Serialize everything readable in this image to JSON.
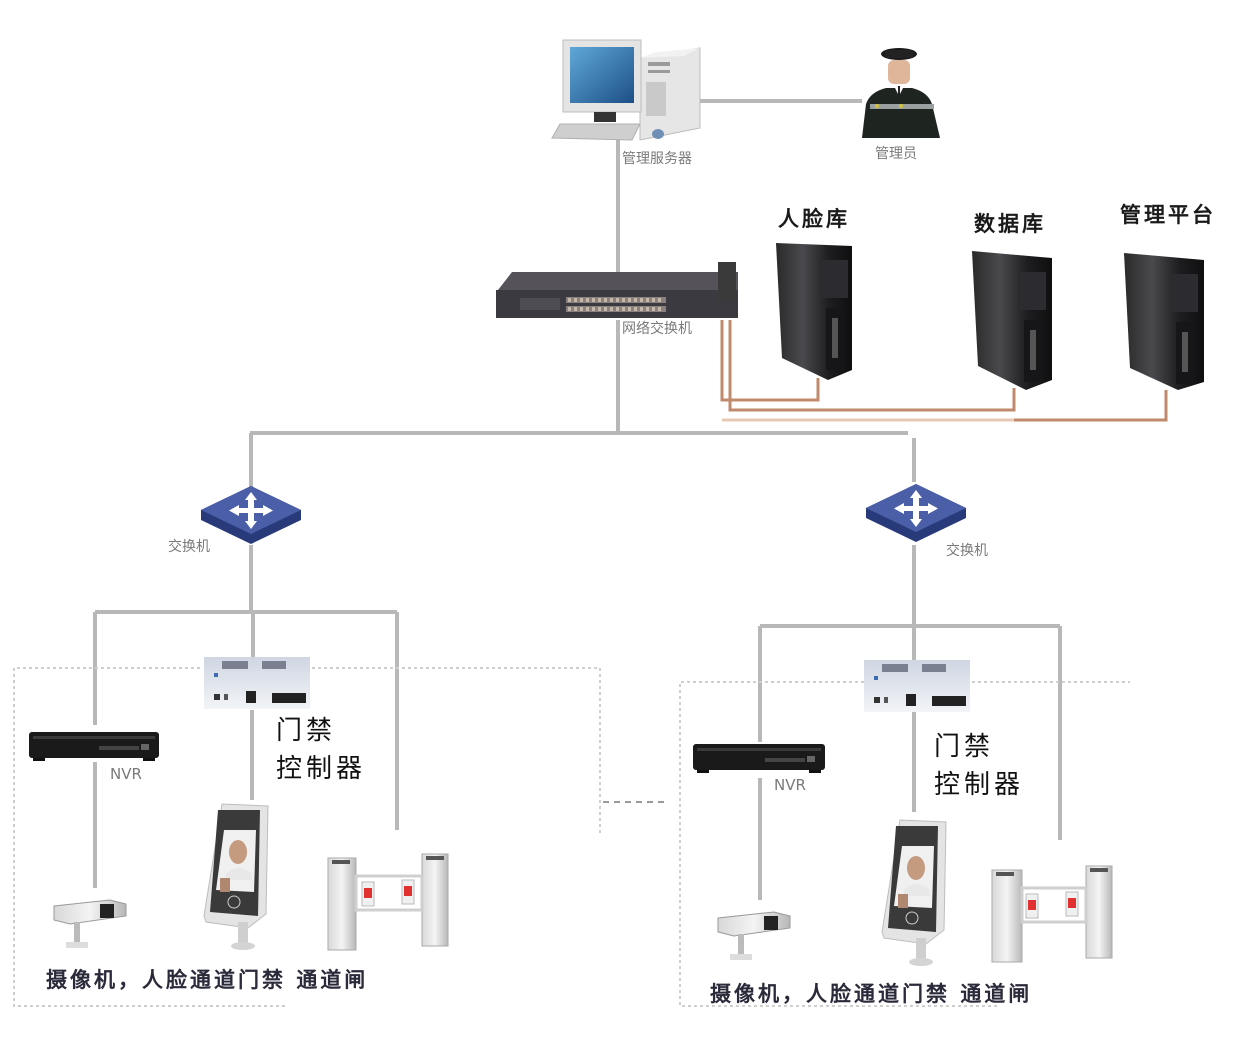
{
  "diagram": {
    "type": "network-topology",
    "title": "",
    "top": {
      "management_server": {
        "label": "管理服务器",
        "icon": "desktop-computer-icon"
      },
      "administrator": {
        "label": "管理员",
        "icon": "security-guard-icon"
      },
      "network_switch": {
        "label": "网络交换机",
        "icon": "rack-switch-icon"
      },
      "servers": [
        {
          "label": "人脸库",
          "icon": "tower-server-icon"
        },
        {
          "label": "数据库",
          "icon": "tower-server-icon"
        },
        {
          "label": "管理平台",
          "icon": "tower-server-icon"
        }
      ]
    },
    "branches": [
      {
        "switch": {
          "label": "交换机",
          "icon": "network-switch-icon"
        },
        "nvr": {
          "label": "NVR",
          "icon": "nvr-icon"
        },
        "access_controller": {
          "label_line1": "门禁",
          "label_line2": "控制器",
          "icon": "access-controller-icon"
        },
        "devices_caption": {
          "camera": "摄像机",
          "separator": "，",
          "face_terminal": "人脸通道门禁",
          "gate": "通道闸"
        }
      },
      {
        "switch": {
          "label": "交换机",
          "icon": "network-switch-icon"
        },
        "nvr": {
          "label": "NVR",
          "icon": "nvr-icon"
        },
        "access_controller": {
          "label_line1": "门禁",
          "label_line2": "控制器",
          "icon": "access-controller-icon"
        },
        "devices_caption": {
          "camera": "摄像机",
          "separator": "，",
          "face_terminal": "人脸通道门禁",
          "gate": "通道闸"
        }
      }
    ],
    "ellipsis": "------",
    "colors": {
      "link": "#b4b4b4",
      "server_link": "#c08a6c",
      "switch_blue": "#4a5fa8",
      "switch_blue_dark": "#283a7a",
      "dotted_box": "#cfcfcf"
    }
  }
}
